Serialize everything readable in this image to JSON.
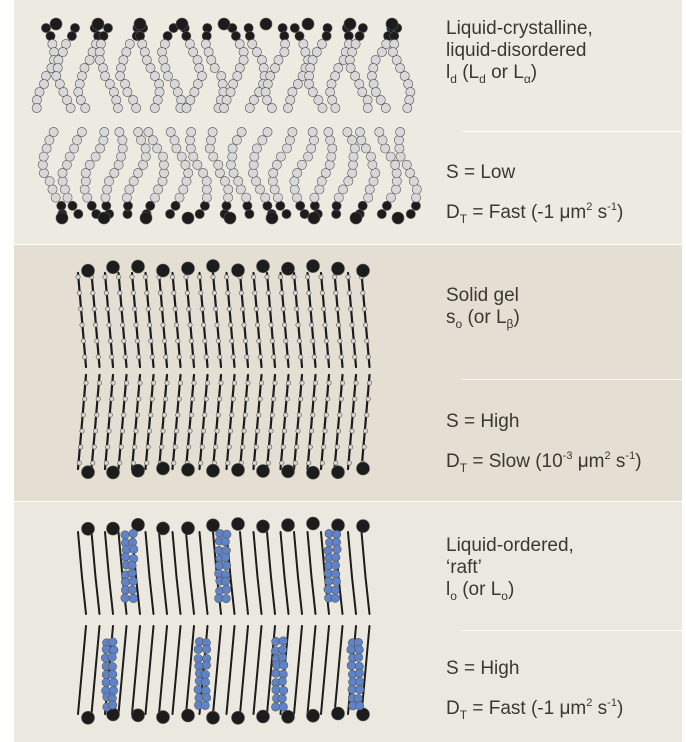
{
  "panels": [
    {
      "phase_name": [
        "Liquid-crystalline,",
        "liquid-disordered"
      ],
      "symbol": {
        "base": "l",
        "sub": "d",
        "alt_open": " (L",
        "alt_sub1": "d",
        "alt_mid": " or L",
        "alt_sub2": "α",
        "alt_close": ")"
      },
      "order": "S = Low",
      "diffusion": {
        "prefix": "D",
        "sub": "T",
        "text": " = Fast (-1 μm",
        "sup1": "2",
        "mid": " s",
        "sup2": "-1",
        "close": ")"
      }
    },
    {
      "phase_name": [
        "Solid gel"
      ],
      "symbol": {
        "base": "s",
        "sub": "o",
        "alt_open": " (or L",
        "alt_sub": "β",
        "alt_close": ")"
      },
      "order": "S = High",
      "diffusion": {
        "prefix": "D",
        "sub": "T",
        "text": " = Slow (10",
        "sup1": "-3",
        "mid": " μm",
        "sup2": "2",
        "mid2": " s",
        "sup3": "-1",
        "close": ")"
      }
    },
    {
      "phase_name": [
        "Liquid-ordered,",
        "‘raft’"
      ],
      "symbol": {
        "base": "l",
        "sub": "o",
        "alt_open": " (or L",
        "alt_sub": "o",
        "alt_close": ")"
      },
      "order": "S = High",
      "diffusion": {
        "prefix": "D",
        "sub": "T",
        "text": " = Fast (-1 μm",
        "sup1": "2",
        "mid": " s",
        "sup2": "-1",
        "close": ")"
      }
    }
  ],
  "colors": {
    "lipid_light": "#d8d8d8",
    "lipid_dark": "#1c1c1c",
    "cholesterol": "#5f83c8"
  }
}
